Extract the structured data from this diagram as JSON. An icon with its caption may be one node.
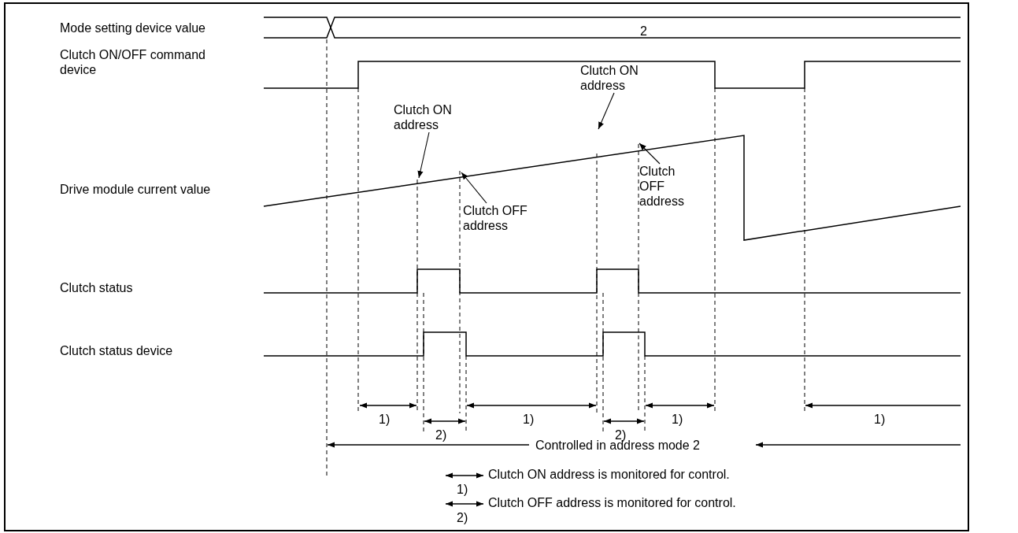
{
  "diagram": {
    "nodes": [
      {
        "text": [
          "Clutch ON address"
        ]
      },
      {
        "text": [
          "Clutch OFF address"
        ]
      },
      {
        "text": [
          "Clutch ON address"
        ]
      },
      {
        "text": [
          "Clutch OFF address"
        ]
      }
    ],
    "edges": [
      {
        "from": 0,
        "to": null,
        "arrow": "to"
      },
      {
        "from": 1,
        "to": null,
        "arrow": "to"
      },
      {
        "from": 2,
        "to": null,
        "arrow": "to"
      },
      {
        "from": 3,
        "to": null,
        "arrow": "to"
      }
    ],
    "labels": [
      "Mode setting device value",
      "2",
      "Clutch ON/OFF command device",
      "Drive module current value",
      "Clutch status",
      "Clutch status device",
      "1)",
      "2)",
      "1)",
      "2)",
      "1)",
      "1)",
      "Controlled in address mode 2",
      "1)",
      "2)"
    ],
    "legend": [
      {
        "text": "Clutch ON address is monitored for control."
      },
      {
        "text": "Clutch OFF address is monitored for control."
      }
    ]
  }
}
